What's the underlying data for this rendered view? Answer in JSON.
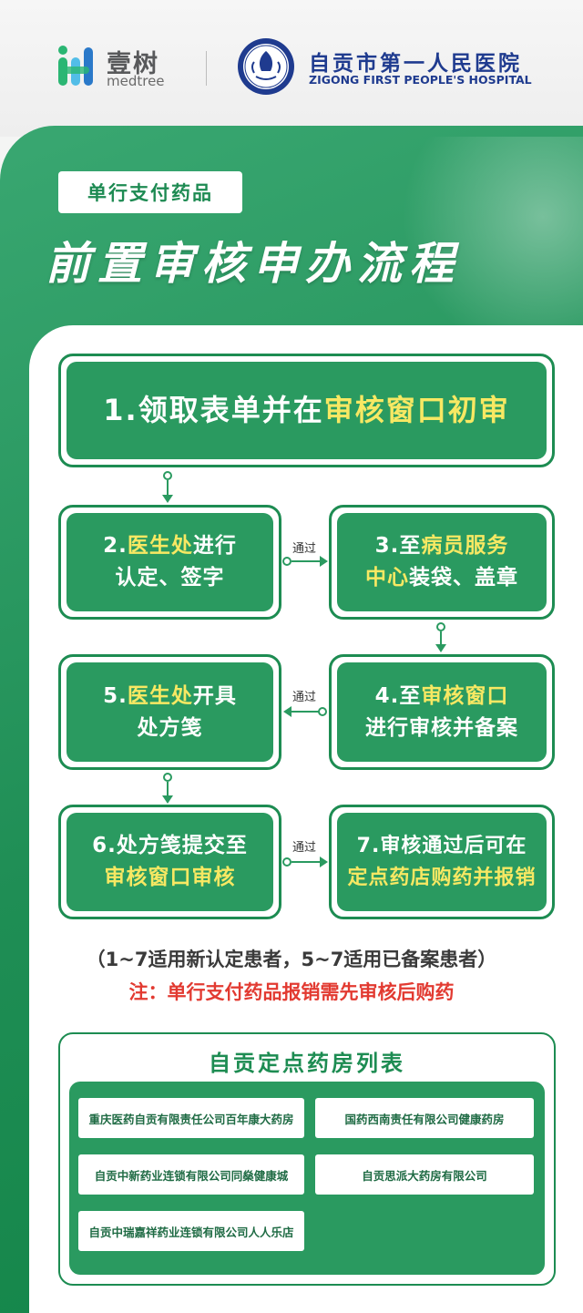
{
  "header": {
    "brand_cn": "壹树",
    "brand_en": "medtree",
    "hospital_cn": "自贡市第一人民医院",
    "hospital_en": "ZIGONG FIRST PEOPLE'S HOSPITAL"
  },
  "banner": {
    "tag": "单行支付药品",
    "title": "前置审核申办流程"
  },
  "steps": {
    "s1": {
      "pre": "1.领取表单并在",
      "hl": "审核窗口初审"
    },
    "s2": {
      "num": "2.",
      "hl": "医生处",
      "mid": "进行",
      "line2": "认定、签字"
    },
    "s3": {
      "pre": "3.至",
      "hl": "病员服务",
      "hl2": "中心",
      "line2": "装袋、盖章"
    },
    "s4": {
      "pre": "4.至",
      "hl": "审核窗口",
      "line2": "进行审核并备案"
    },
    "s5": {
      "num": "5.",
      "hl": "医生处",
      "mid": "开具",
      "line2": "处方笺"
    },
    "s6": {
      "line1": "6.处方笺提交至",
      "hl": "审核窗口审核"
    },
    "s7": {
      "line1": "7.审核通过后可在",
      "hl": "定点药店购药并报销"
    }
  },
  "connectors": {
    "pass_label": "通过"
  },
  "notes": {
    "scope": "（1~7适用新认定患者，5~7适用已备案患者）",
    "warning": "注：单行支付药品报销需先审核后购药"
  },
  "pharmacies": {
    "title": "自贡定点药房列表",
    "items": [
      "重庆医药自贡有限责任公司百年康大药房",
      "国药西南责任有限公司健康药房",
      "自贡中新药业连锁有限公司同燊健康城",
      "自贡思派大药房有限公司",
      "自贡中瑞嘉祥药业连锁有限公司人人乐店"
    ]
  },
  "colors": {
    "green": "#2a9a60",
    "highlight": "#f7e863",
    "warning": "#e23a31",
    "hospital_blue": "#1f3b8f"
  }
}
